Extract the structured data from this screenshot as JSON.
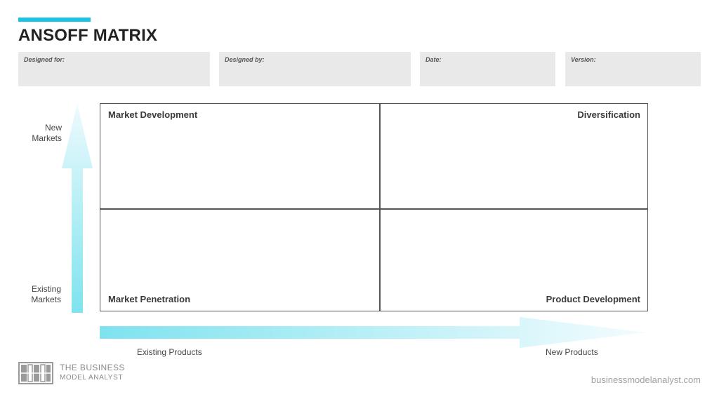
{
  "header": {
    "title": "ANSOFF MATRIX"
  },
  "meta_fields": [
    {
      "label": "Designed for:"
    },
    {
      "label": "Designed by:"
    },
    {
      "label": "Date:"
    },
    {
      "label": "Version:"
    }
  ],
  "matrix": {
    "top_left": "Market Development",
    "top_right": "Diversification",
    "bottom_left": "Market Penetration",
    "bottom_right": "Product Development"
  },
  "axes": {
    "y_top": "New Markets",
    "y_top_line1": "New",
    "y_top_line2": "Markets",
    "y_bottom_line1": "Existing",
    "y_bottom_line2": "Markets",
    "x_left": "Existing Products",
    "x_right": "New Products"
  },
  "footer": {
    "brand_line1": "THE BUSINESS",
    "brand_line2": "MODEL ANALYST",
    "url": "businessmodelanalyst.com"
  },
  "colors": {
    "accent": "#19c3e6",
    "arrow_gradient_start": "#7ee3ef",
    "arrow_gradient_end": "#eefafd",
    "meta_box_bg": "#e9e9e9",
    "grid_line": "#555555"
  },
  "icons": {
    "logo": "bookshelf-logo-icon",
    "vertical_arrow": "arrow-up-icon",
    "horizontal_arrow": "arrow-right-icon"
  }
}
